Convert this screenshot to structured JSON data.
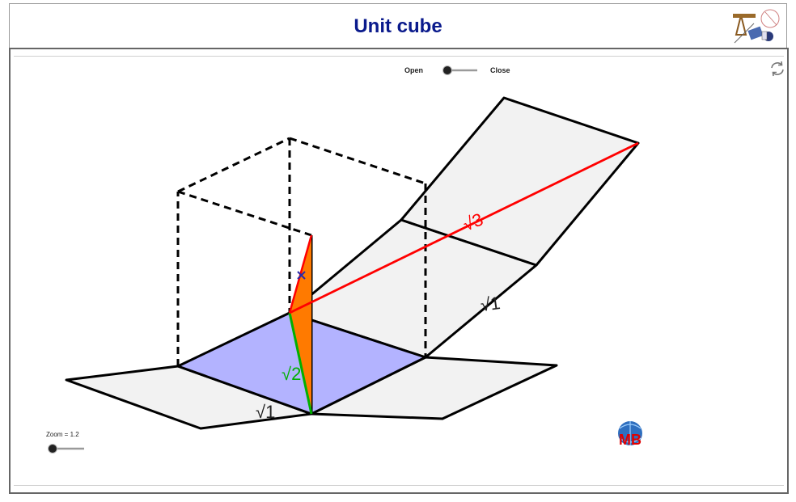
{
  "header": {
    "title": "Unit cube",
    "title_color": "#0a1a8c"
  },
  "toolbar": {
    "open_label": "Open",
    "close_label": "Close",
    "reset_icon": "refresh-icon"
  },
  "zoom": {
    "label": "Zoom = 1.2",
    "value": 1.2
  },
  "diagram": {
    "labels": {
      "sqrt3": "√3",
      "sqrt2": "√2",
      "sqrt1_right": "√1",
      "sqrt1_bottom": "√1"
    },
    "colors": {
      "face_fill": "#f2f2f2",
      "base_fill": "#b3b3ff",
      "triangle_fill": "#ff7a00",
      "diag3": "#ff0000",
      "diag2": "#00b000",
      "edge": "#000000",
      "center_marker": "#2a2aa8"
    }
  },
  "logo_badge": {
    "text": "MB",
    "color": "#e00000"
  }
}
